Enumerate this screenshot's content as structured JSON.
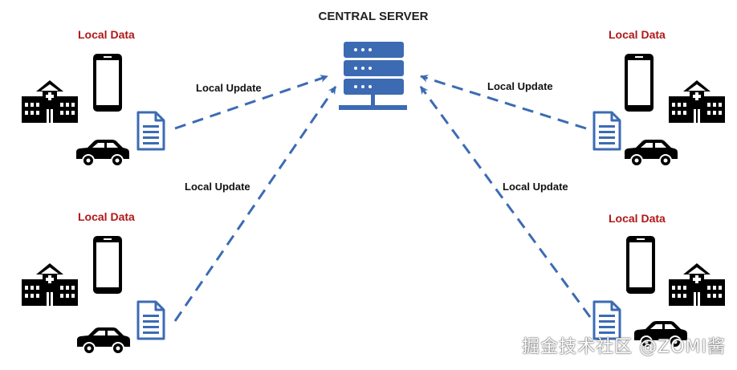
{
  "diagram": {
    "title": "CENTRAL SERVER",
    "clients": [
      {
        "label": "Local Data"
      },
      {
        "label": "Local Data"
      },
      {
        "label": "Local Data"
      },
      {
        "label": "Local Data"
      }
    ],
    "edges": [
      {
        "label": "Local Update"
      },
      {
        "label": "Local Update"
      },
      {
        "label": "Local Update"
      },
      {
        "label": "Local Update"
      }
    ]
  },
  "watermark": "掘金技术社区 @ZOMI酱",
  "colors": {
    "server": "#3c6bb4",
    "arrow": "#3c6bb4",
    "label_red": "#b01818",
    "icon_black": "#000000",
    "doc_blue": "#3c6bb4"
  },
  "icons": [
    "server-icon",
    "phone-icon",
    "hospital-icon",
    "document-icon",
    "car-icon"
  ]
}
